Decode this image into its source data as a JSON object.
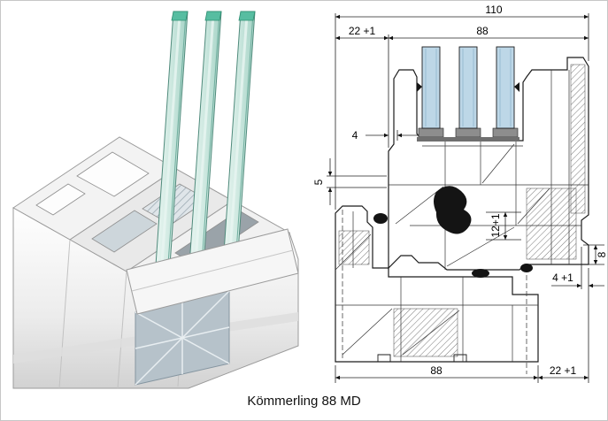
{
  "caption": "Kömmerling 88 MD",
  "drawing": {
    "dims": {
      "top_total": "110",
      "top_left": "22 +1",
      "top_right": "88",
      "side_left_small": "4",
      "side_left": "5",
      "glazing_depth": "12+1",
      "side_right": "8",
      "overlap": "4 +1",
      "bottom_left": "88",
      "bottom_right": "22 +1"
    }
  },
  "colors": {
    "glass_green": "#a5d3c6",
    "glass_blue": "#bdd7e7",
    "insulation_grey": "#b6c2ca",
    "line": "#1c1c1c",
    "profile_grey": "#ececec"
  }
}
